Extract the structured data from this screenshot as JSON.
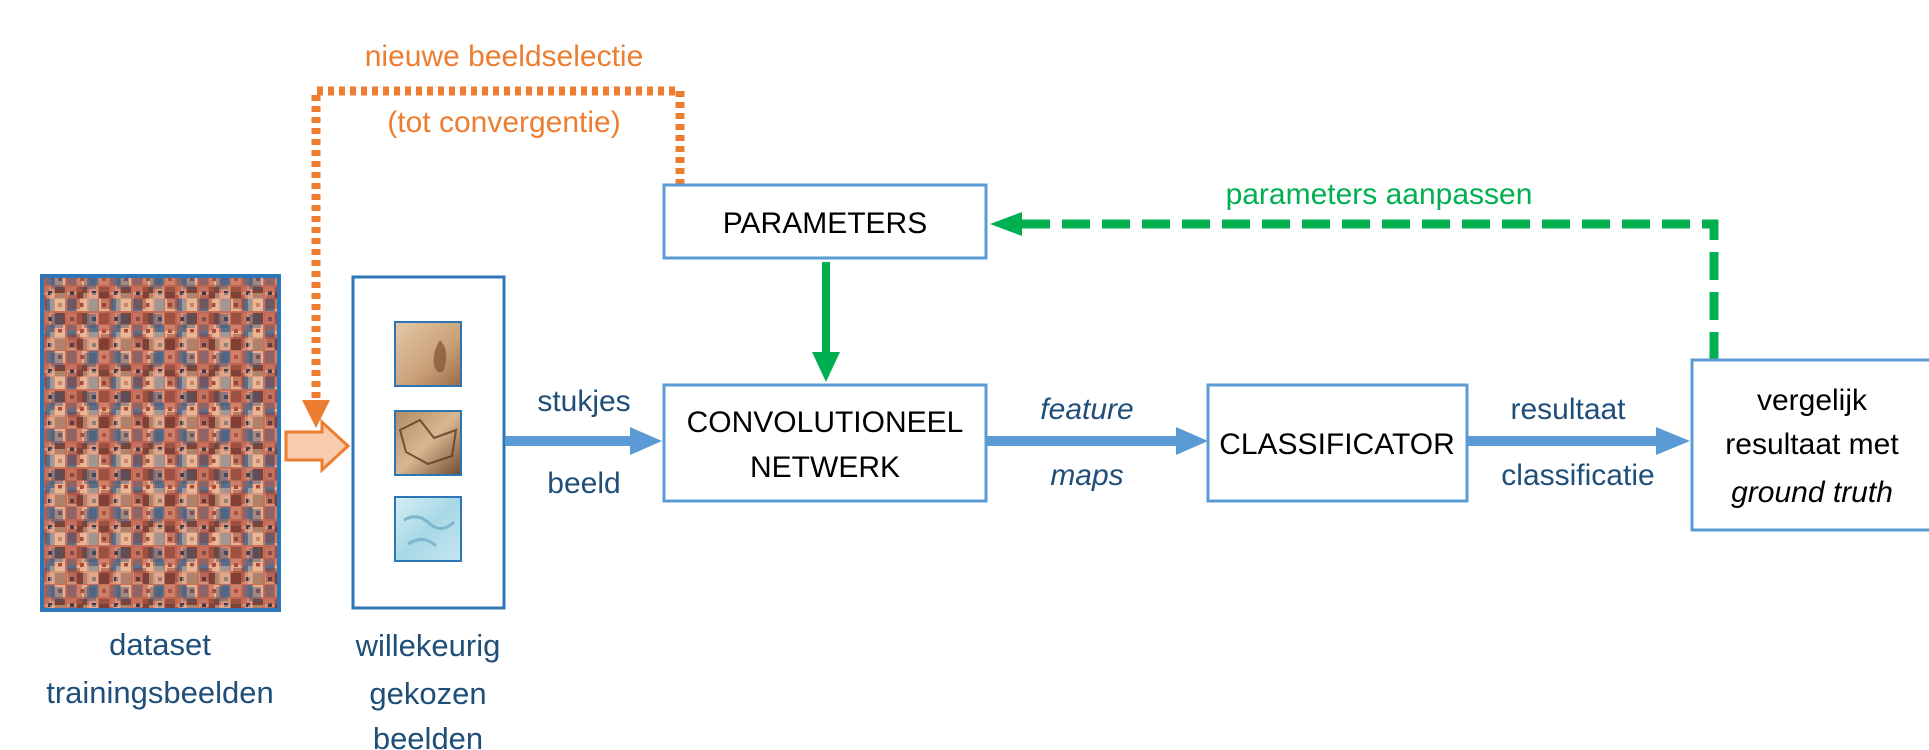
{
  "colors": {
    "box_border": "#5b9bd5",
    "blue_arrow": "#5b9bd5",
    "dark_blue_text": "#1f4e79",
    "orange": "#ed7d31",
    "orange_fill": "#f8cbad",
    "green": "#00b050",
    "dataset_border": "#2e75b6"
  },
  "boxes": {
    "parameters": "PARAMETERS",
    "conv_line1": "CONVOLUTIONEEL",
    "conv_line2": "NETWERK",
    "classifier": "CLASSIFICATOR",
    "compare_line1": "vergelijk",
    "compare_line2": "resultaat met",
    "compare_line3": "ground truth"
  },
  "labels": {
    "stukjes": "stukjes",
    "beeld": "beeld",
    "feature": "feature",
    "maps": "maps",
    "resultaat": "resultaat",
    "classificatie": "classificatie",
    "nieuwe_beeldselectie": "nieuwe beeldselectie",
    "tot_convergentie": "(tot convergentie)",
    "parameters_aanpassen": "parameters aanpassen",
    "dataset_line1": "dataset",
    "dataset_line2": "trainingsbeelden",
    "random_line1": "willekeurig",
    "random_line2": "gekozen",
    "random_line3": "beelden"
  }
}
